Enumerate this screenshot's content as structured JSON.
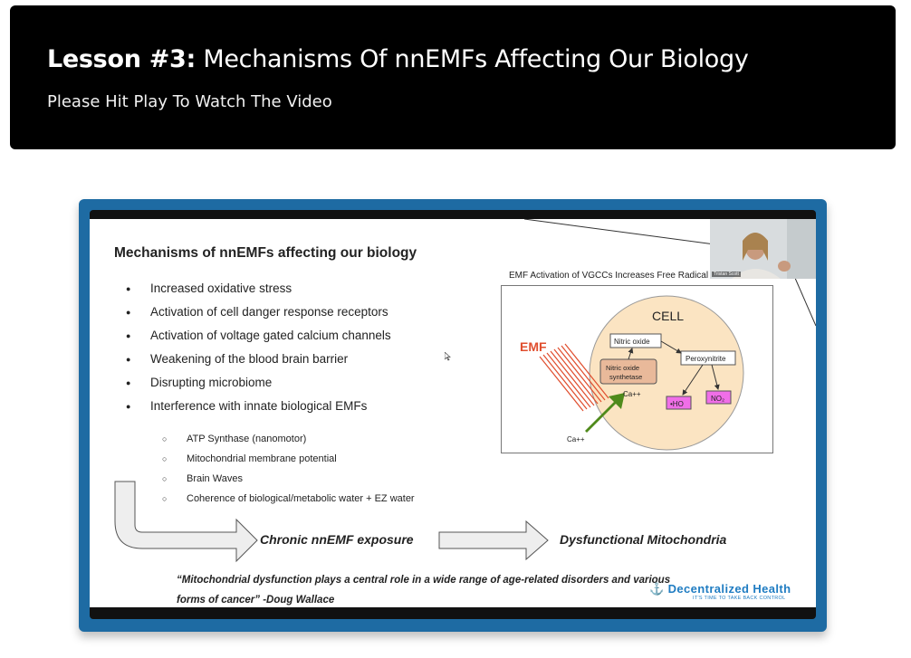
{
  "header": {
    "title_bold": "Lesson #3:",
    "title_rest": "Mechanisms Of nnEMFs Affecting Our Biology",
    "subtitle": "Please Hit Play To Watch The Video"
  },
  "slide": {
    "title": "Mechanisms of nnEMFs affecting our biology",
    "bullets": [
      "Increased oxidative stress",
      "Activation of cell danger response receptors",
      "Activation of voltage gated calcium channels",
      "Weakening of the blood brain barrier",
      "Disrupting microbiome",
      "Interference with innate biological EMFs"
    ],
    "subbullets": [
      "ATP Synthase (nanomotor)",
      "Mitochondrial membrane potential",
      "Brain Waves",
      "Coherence of biological/metabolic water + EZ water"
    ],
    "flow": {
      "step1": "Chronic nnEMF exposure",
      "step2": "Dysfunctional Mitochondria"
    },
    "quote_line1": "“Mitochondrial dysfunction plays a central role in a wide range of age-related disorders and various",
    "quote_line2": "forms of cancer” -Doug Wallace",
    "brand_name": "Decentralized Health",
    "brand_tagline": "IT'S TIME TO TAKE BACK CONTROL",
    "diagram": {
      "caption": "EMF Activation of VGCCs Increases Free Radical Production",
      "cell_label": "CELL",
      "emf_label": "EMF",
      "nitric_oxide": "Nitric oxide",
      "nos_line1": "Nitric oxide",
      "nos_line2": "synthetase",
      "peroxynitrite": "Peroxynitrite",
      "ca_inside": "Ca++",
      "ca_outside": "Ca++",
      "ho": "•HO",
      "no2": "NO₂"
    },
    "webcam_name": "Tristan Scott"
  },
  "colors": {
    "header_bg": "#000000",
    "frame_blue": "#1e6ba3",
    "emf_red": "#e04e2e",
    "cell_fill": "#fbe4c2",
    "nos_fill": "#e9b99a",
    "radical_fill": "#f06ee8",
    "arrow_green": "#4f8a1b",
    "brand_blue": "#1f7cc2"
  }
}
